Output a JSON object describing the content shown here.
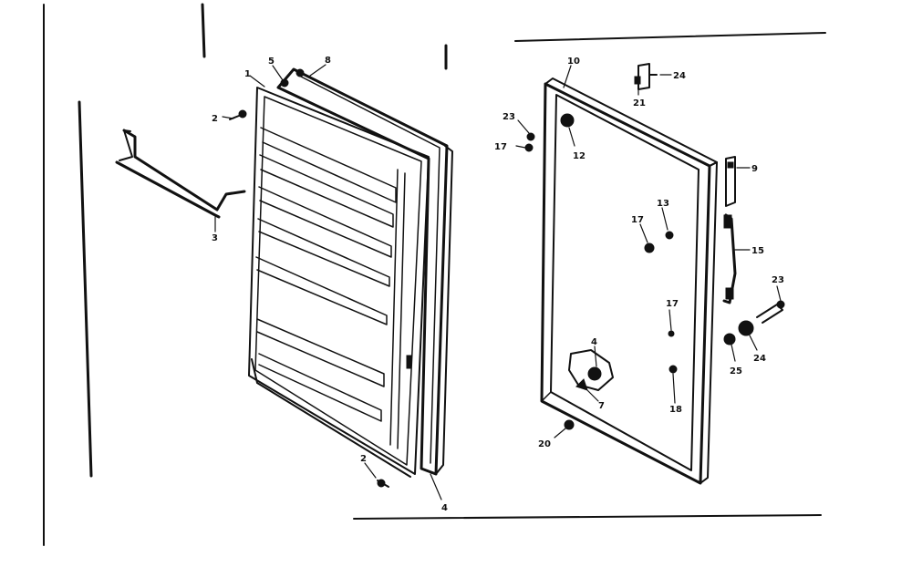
{
  "diagram": {
    "callouts": {
      "left": {
        "c1": "1",
        "c2a": "2",
        "c2b": "2",
        "c3": "3",
        "c4": "4",
        "c5": "5",
        "c6": "8"
      },
      "right": {
        "c10": "10",
        "c12": "12",
        "c23a": "23",
        "c17a": "17",
        "c13": "13",
        "c17b": "17",
        "c17c": "17",
        "c4": "4",
        "c7": "7",
        "c20": "20",
        "c18": "18",
        "c24a": "24",
        "c21": "21",
        "c9": "9",
        "c15": "15",
        "c23b": "23",
        "c25": "25",
        "c24b": "24"
      }
    },
    "colors": {
      "ink": "#111111",
      "paper": "#ffffff"
    }
  }
}
